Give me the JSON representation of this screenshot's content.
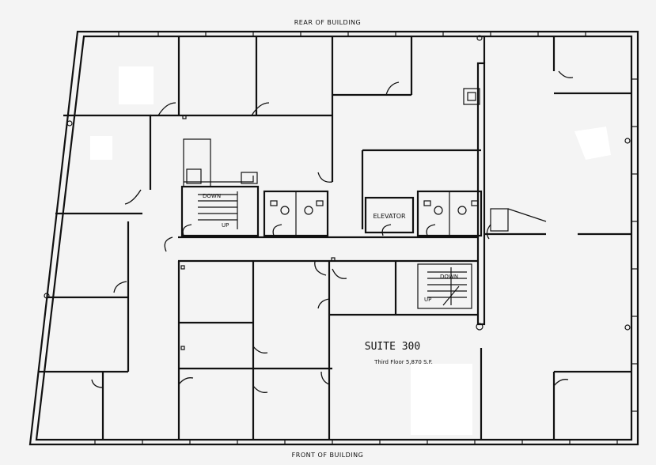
{
  "plan": {
    "rear_label": "REAR OF BUILDING",
    "front_label": "FRONT OF BUILDING",
    "suite_name": "SUITE 300",
    "suite_info": "Third Floor 5,870 S.F.",
    "elevator_label": "ELEVATOR",
    "stair_labels": {
      "upper_down": "DOWN",
      "upper_up": "UP",
      "lower_down": "DOWN",
      "lower_up": "UP"
    }
  }
}
